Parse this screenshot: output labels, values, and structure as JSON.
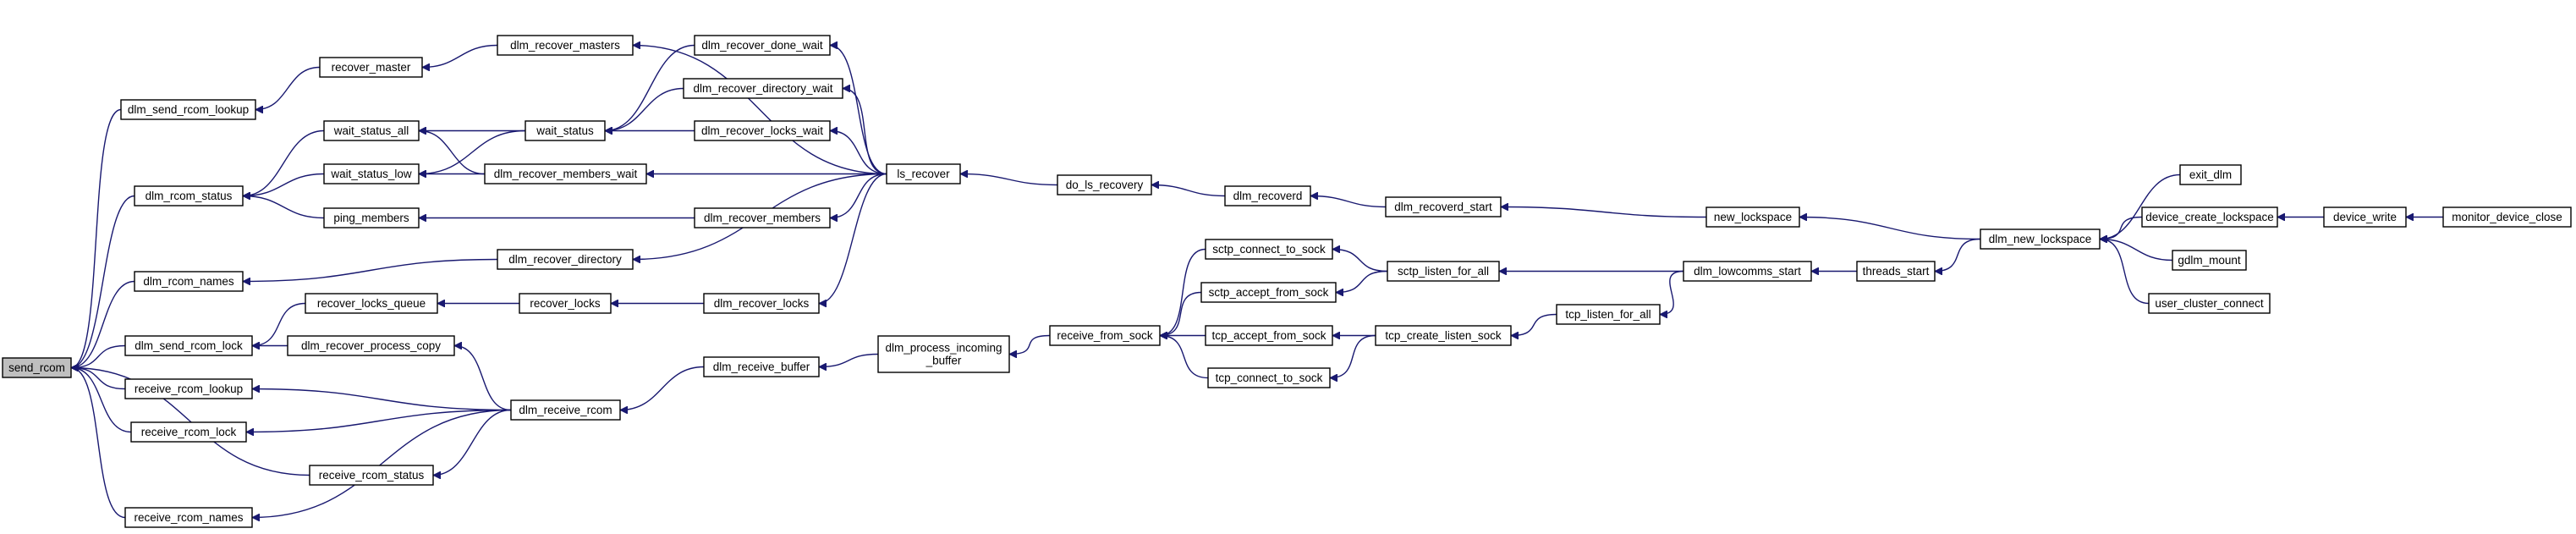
{
  "graph": {
    "nodes": [
      {
        "id": "send_rcom",
        "lines": [
          "send_rcom"
        ],
        "root": true
      },
      {
        "id": "dlm_send_rcom_lookup",
        "lines": [
          "dlm_send_rcom_lookup"
        ]
      },
      {
        "id": "dlm_rcom_status",
        "lines": [
          "dlm_rcom_status"
        ]
      },
      {
        "id": "dlm_rcom_names",
        "lines": [
          "dlm_rcom_names"
        ]
      },
      {
        "id": "dlm_send_rcom_lock",
        "lines": [
          "dlm_send_rcom_lock"
        ]
      },
      {
        "id": "receive_rcom_lookup",
        "lines": [
          "receive_rcom_lookup"
        ]
      },
      {
        "id": "receive_rcom_lock",
        "lines": [
          "receive_rcom_lock"
        ]
      },
      {
        "id": "receive_rcom_status",
        "lines": [
          "receive_rcom_status"
        ]
      },
      {
        "id": "receive_rcom_names",
        "lines": [
          "receive_rcom_names"
        ]
      },
      {
        "id": "recover_master",
        "lines": [
          "recover_master"
        ]
      },
      {
        "id": "wait_status_all",
        "lines": [
          "wait_status_all"
        ]
      },
      {
        "id": "wait_status_low",
        "lines": [
          "wait_status_low"
        ]
      },
      {
        "id": "ping_members",
        "lines": [
          "ping_members"
        ]
      },
      {
        "id": "recover_locks_queue",
        "lines": [
          "recover_locks_queue"
        ]
      },
      {
        "id": "dlm_recover_process_copy",
        "lines": [
          "dlm_recover_process_copy"
        ]
      },
      {
        "id": "dlm_recover_masters",
        "lines": [
          "dlm_recover_masters"
        ]
      },
      {
        "id": "wait_status",
        "lines": [
          "wait_status"
        ]
      },
      {
        "id": "dlm_recover_members_wait",
        "lines": [
          "dlm_recover_members_wait"
        ]
      },
      {
        "id": "dlm_recover_directory",
        "lines": [
          "dlm_recover_directory"
        ]
      },
      {
        "id": "recover_locks",
        "lines": [
          "recover_locks"
        ]
      },
      {
        "id": "dlm_receive_rcom",
        "lines": [
          "dlm_receive_rcom"
        ]
      },
      {
        "id": "dlm_recover_done_wait",
        "lines": [
          "dlm_recover_done_wait"
        ]
      },
      {
        "id": "dlm_recover_directory_wait",
        "lines": [
          "dlm_recover_directory_wait"
        ]
      },
      {
        "id": "dlm_recover_locks_wait",
        "lines": [
          "dlm_recover_locks_wait"
        ]
      },
      {
        "id": "dlm_recover_members",
        "lines": [
          "dlm_recover_members"
        ]
      },
      {
        "id": "dlm_recover_locks",
        "lines": [
          "dlm_recover_locks"
        ]
      },
      {
        "id": "dlm_receive_buffer",
        "lines": [
          "dlm_receive_buffer"
        ]
      },
      {
        "id": "ls_recover",
        "lines": [
          "ls_recover"
        ]
      },
      {
        "id": "dlm_process_incoming_buffer",
        "lines": [
          "dlm_process_incoming",
          "_buffer"
        ]
      },
      {
        "id": "do_ls_recovery",
        "lines": [
          "do_ls_recovery"
        ]
      },
      {
        "id": "receive_from_sock",
        "lines": [
          "receive_from_sock"
        ]
      },
      {
        "id": "dlm_recoverd",
        "lines": [
          "dlm_recoverd"
        ]
      },
      {
        "id": "sctp_connect_to_sock",
        "lines": [
          "sctp_connect_to_sock"
        ]
      },
      {
        "id": "sctp_accept_from_sock",
        "lines": [
          "sctp_accept_from_sock"
        ]
      },
      {
        "id": "tcp_accept_from_sock",
        "lines": [
          "tcp_accept_from_sock"
        ]
      },
      {
        "id": "tcp_connect_to_sock",
        "lines": [
          "tcp_connect_to_sock"
        ]
      },
      {
        "id": "dlm_recoverd_start",
        "lines": [
          "dlm_recoverd_start"
        ]
      },
      {
        "id": "sctp_listen_for_all",
        "lines": [
          "sctp_listen_for_all"
        ]
      },
      {
        "id": "tcp_create_listen_sock",
        "lines": [
          "tcp_create_listen_sock"
        ]
      },
      {
        "id": "tcp_listen_for_all",
        "lines": [
          "tcp_listen_for_all"
        ]
      },
      {
        "id": "dlm_lowcomms_start",
        "lines": [
          "dlm_lowcomms_start"
        ]
      },
      {
        "id": "new_lockspace",
        "lines": [
          "new_lockspace"
        ]
      },
      {
        "id": "threads_start",
        "lines": [
          "threads_start"
        ]
      },
      {
        "id": "dlm_new_lockspace",
        "lines": [
          "dlm_new_lockspace"
        ]
      },
      {
        "id": "exit_dlm",
        "lines": [
          "exit_dlm"
        ]
      },
      {
        "id": "device_create_lockspace",
        "lines": [
          "device_create_lockspace"
        ]
      },
      {
        "id": "gdlm_mount",
        "lines": [
          "gdlm_mount"
        ]
      },
      {
        "id": "user_cluster_connect",
        "lines": [
          "user_cluster_connect"
        ]
      },
      {
        "id": "device_write",
        "lines": [
          "device_write"
        ]
      },
      {
        "id": "monitor_device_close",
        "lines": [
          "monitor_device_close"
        ]
      }
    ],
    "edges": [
      [
        "dlm_send_rcom_lookup",
        "send_rcom"
      ],
      [
        "dlm_rcom_status",
        "send_rcom"
      ],
      [
        "dlm_rcom_names",
        "send_rcom"
      ],
      [
        "dlm_send_rcom_lock",
        "send_rcom"
      ],
      [
        "receive_rcom_lookup",
        "send_rcom"
      ],
      [
        "receive_rcom_lock",
        "send_rcom"
      ],
      [
        "receive_rcom_status",
        "send_rcom"
      ],
      [
        "receive_rcom_names",
        "send_rcom"
      ],
      [
        "recover_master",
        "dlm_send_rcom_lookup"
      ],
      [
        "wait_status_all",
        "dlm_rcom_status"
      ],
      [
        "wait_status_low",
        "dlm_rcom_status"
      ],
      [
        "ping_members",
        "dlm_rcom_status"
      ],
      [
        "dlm_recover_directory",
        "dlm_rcom_names"
      ],
      [
        "recover_locks_queue",
        "dlm_send_rcom_lock"
      ],
      [
        "dlm_recover_process_copy",
        "dlm_send_rcom_lock"
      ],
      [
        "dlm_receive_rcom",
        "receive_rcom_lookup"
      ],
      [
        "dlm_receive_rcom",
        "receive_rcom_lock"
      ],
      [
        "dlm_receive_rcom",
        "receive_rcom_status"
      ],
      [
        "dlm_receive_rcom",
        "receive_rcom_names"
      ],
      [
        "dlm_recover_masters",
        "recover_master"
      ],
      [
        "wait_status",
        "wait_status_all"
      ],
      [
        "wait_status",
        "wait_status_low"
      ],
      [
        "dlm_recover_members_wait",
        "wait_status_all"
      ],
      [
        "dlm_recover_members_wait",
        "wait_status_low"
      ],
      [
        "dlm_recover_members",
        "ping_members"
      ],
      [
        "recover_locks",
        "recover_locks_queue"
      ],
      [
        "dlm_receive_rcom",
        "dlm_recover_process_copy"
      ],
      [
        "dlm_recover_done_wait",
        "wait_status"
      ],
      [
        "dlm_recover_directory_wait",
        "wait_status"
      ],
      [
        "dlm_recover_locks_wait",
        "wait_status"
      ],
      [
        "dlm_recover_locks",
        "recover_locks"
      ],
      [
        "dlm_receive_buffer",
        "dlm_receive_rcom"
      ],
      [
        "ls_recover",
        "dlm_recover_masters"
      ],
      [
        "ls_recover",
        "dlm_recover_done_wait"
      ],
      [
        "ls_recover",
        "dlm_recover_directory_wait"
      ],
      [
        "ls_recover",
        "dlm_recover_locks_wait"
      ],
      [
        "ls_recover",
        "dlm_recover_members_wait"
      ],
      [
        "ls_recover",
        "dlm_recover_members"
      ],
      [
        "ls_recover",
        "dlm_recover_directory"
      ],
      [
        "ls_recover",
        "dlm_recover_locks"
      ],
      [
        "do_ls_recovery",
        "ls_recover"
      ],
      [
        "dlm_recoverd",
        "do_ls_recovery"
      ],
      [
        "dlm_recoverd_start",
        "dlm_recoverd"
      ],
      [
        "new_lockspace",
        "dlm_recoverd_start"
      ],
      [
        "dlm_process_incoming_buffer",
        "dlm_receive_buffer"
      ],
      [
        "receive_from_sock",
        "dlm_process_incoming_buffer"
      ],
      [
        "sctp_connect_to_sock",
        "receive_from_sock"
      ],
      [
        "sctp_accept_from_sock",
        "receive_from_sock"
      ],
      [
        "tcp_accept_from_sock",
        "receive_from_sock"
      ],
      [
        "tcp_connect_to_sock",
        "receive_from_sock"
      ],
      [
        "sctp_listen_for_all",
        "sctp_connect_to_sock"
      ],
      [
        "sctp_listen_for_all",
        "sctp_accept_from_sock"
      ],
      [
        "tcp_create_listen_sock",
        "tcp_accept_from_sock"
      ],
      [
        "tcp_create_listen_sock",
        "tcp_connect_to_sock"
      ],
      [
        "dlm_lowcomms_start",
        "sctp_listen_for_all"
      ],
      [
        "tcp_listen_for_all",
        "tcp_create_listen_sock"
      ],
      [
        "dlm_lowcomms_start",
        "tcp_listen_for_all"
      ],
      [
        "threads_start",
        "dlm_lowcomms_start"
      ],
      [
        "dlm_new_lockspace",
        "new_lockspace"
      ],
      [
        "dlm_new_lockspace",
        "threads_start"
      ],
      [
        "exit_dlm",
        "dlm_new_lockspace"
      ],
      [
        "device_create_lockspace",
        "dlm_new_lockspace"
      ],
      [
        "gdlm_mount",
        "dlm_new_lockspace"
      ],
      [
        "user_cluster_connect",
        "dlm_new_lockspace"
      ],
      [
        "device_write",
        "device_create_lockspace"
      ],
      [
        "monitor_device_close",
        "device_write"
      ]
    ]
  }
}
